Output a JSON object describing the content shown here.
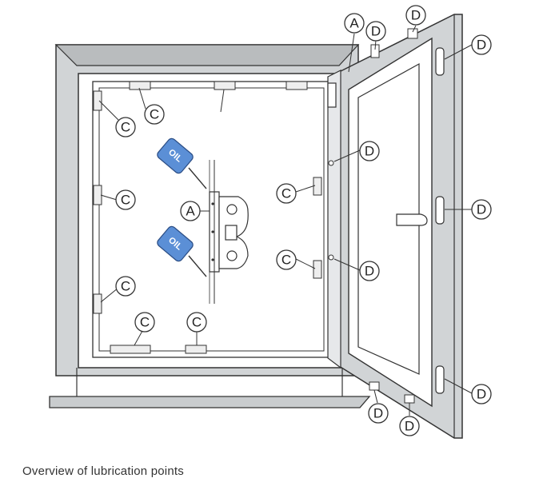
{
  "caption": "Overview of lubrication points",
  "labels": {
    "a": "A",
    "c": "C",
    "d": "D",
    "oil": "OIL"
  },
  "colors": {
    "frame_gray": "#cfd2d4",
    "outline": "#333333",
    "oil_can": "#5b8fd6"
  }
}
